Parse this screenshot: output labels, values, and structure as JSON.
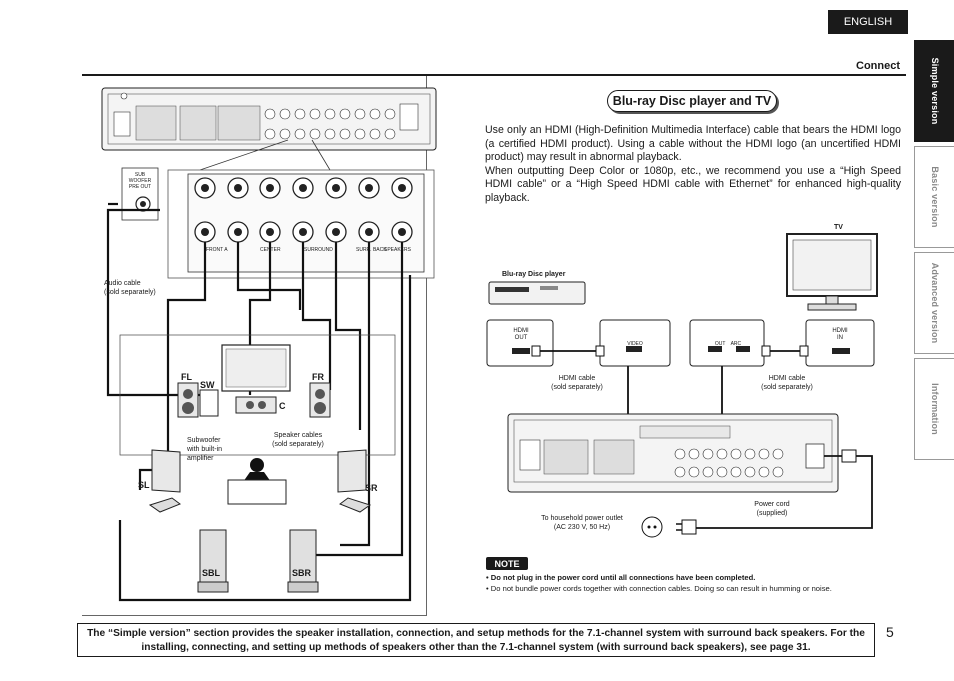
{
  "header": {
    "language": "ENGLISH",
    "section": "Connect"
  },
  "side_tabs": [
    {
      "label": "Simple version",
      "active": true
    },
    {
      "label": "Basic version",
      "active": false
    },
    {
      "label": "Advanced version",
      "active": false
    },
    {
      "label": "Information",
      "active": false
    }
  ],
  "speaker_diagram": {
    "subwoofer_jack_label": "SUB WOOFER PRE OUT",
    "audio_cable": "Audio cable\n(sold separately)",
    "subwoofer_note": "Subwoofer\nwith built-in\namplifier",
    "speaker_cables": "Speaker cables\n(sold separately)",
    "terminal_labels": [
      "FRONT A",
      "CENTER",
      "SURROUND",
      "SURR. BACK",
      "SPEAKERS"
    ],
    "speakers": {
      "fl": "FL",
      "fr": "FR",
      "sw": "SW",
      "c": "C",
      "sl": "SL",
      "sr": "SR",
      "sbl": "SBL",
      "sbr": "SBR"
    }
  },
  "bluray_section": {
    "title": "Blu-ray Disc player and TV",
    "para1": "Use only an HDMI (High-Definition Multimedia Interface) cable that bears the HDMI logo (a certified HDMI product). Using a cable without the HDMI logo (an uncertified HDMI product) may result in abnormal playback.",
    "para2": "When outputting Deep Color or 1080p, etc., we recommend you use a “High Speed HDMI cable” or a “High Speed HDMI cable with Ethernet” for enhanced high-quality playback.",
    "tv_label": "TV",
    "bd_label": "Blu-ray Disc player",
    "hdmi_out": "HDMI\nOUT",
    "hdmi_in": "HDMI\nIN",
    "video_label": "VIDEO",
    "out_arc": "OUT    ARC",
    "hdmi_cable_left": "HDMI cable\n(sold separately)",
    "hdmi_cable_right": "HDMI cable\n(sold separately)",
    "power_cord": "Power cord\n(supplied)",
    "outlet": "To household power outlet\n(AC 230 V, 50 Hz)"
  },
  "note": {
    "badge": "NOTE",
    "items": [
      {
        "text": "Do not plug in the power cord until all connections have been completed.",
        "bold": true
      },
      {
        "text": "Do not bundle power cords together with connection cables. Doing so can result in humming or noise.",
        "bold": false
      }
    ]
  },
  "footer": {
    "text": "The “Simple version” section provides the speaker installation, connection, and setup methods for the 7.1-channel system with surround back speakers. For the installing, connecting, and setting up methods of speakers other than the 7.1-channel system (with surround back speakers), see page 31.",
    "page_number": "5"
  }
}
